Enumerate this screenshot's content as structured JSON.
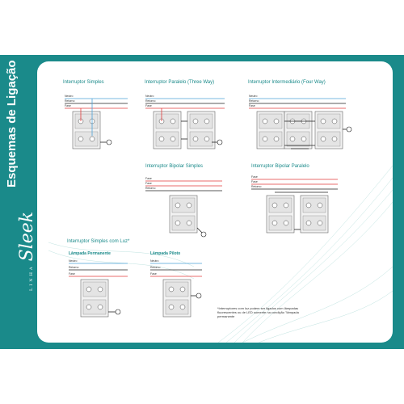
{
  "side_title": "Esquemas de Ligação",
  "brand": {
    "name": "Sleek",
    "line": "LINHA"
  },
  "diagrams": {
    "simples": "Interruptor Simples",
    "paralelo": "Interruptor Paralelo (Three Way)",
    "intermediario": "Interruptor Intermediário (Four Way)",
    "bipolar_simples": "Interruptor Bipolar Simples",
    "bipolar_paralelo": "Interruptor Bipolar Paralelo",
    "simples_luz": "Interruptor Simples com Luz*",
    "lampada_permanente": "Lâmpada Permanente",
    "lampada_piloto": "Lâmpada Piloto"
  },
  "wires": {
    "neutro": "Neutro",
    "retorno": "Retorno",
    "fase": "Fase"
  },
  "note": "*Interruptores com luz podem ser ligados com lâmpadas fluorescentes ou de LED somente na condição \"lâmpada permanente",
  "colors": {
    "teal": "#1a8a8a",
    "neutral": "#4da3d9",
    "phase": "#e23b3b",
    "return": "#111111"
  }
}
